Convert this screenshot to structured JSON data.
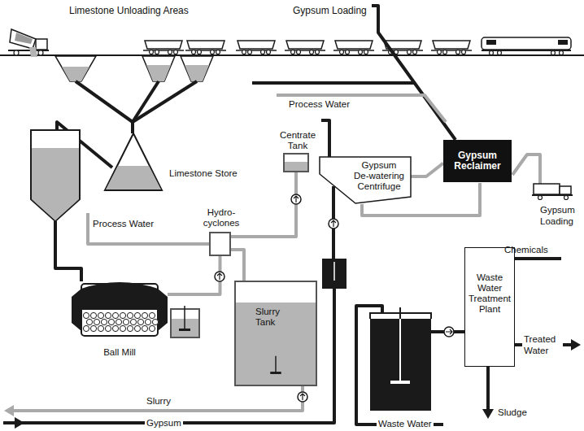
{
  "diagram": {
    "nodes": [
      {
        "text": [
          "Limestone Store"
        ]
      },
      {
        "text": [
          "Centrate Tank"
        ]
      },
      {
        "text": [
          "Gypsum De-watering Centrifuge"
        ]
      },
      {
        "text": [
          "Gypsum Reclaimer"
        ]
      },
      {
        "text": [
          "Hydro- cyclones"
        ]
      },
      {
        "text": [
          "Ball Mill"
        ]
      },
      {
        "text": [
          "Slurry Tank"
        ]
      },
      {
        "text": [
          "Waste Water Treatment Plant"
        ]
      }
    ],
    "edges": [
      {
        "from": 5,
        "to": 4,
        "arrow": "none"
      },
      {
        "from": 4,
        "to": 1,
        "arrow": "none"
      },
      {
        "from": 4,
        "to": 6,
        "arrow": "none"
      },
      {
        "from": 2,
        "to": 3,
        "arrow": "none"
      }
    ],
    "labels": [
      "Limestone Unloading Areas",
      "Gypsum Loading",
      "Process Water",
      "Gypsum Loading",
      "Process Water",
      "Chemicals",
      "Treated Water",
      "Sludge",
      "Slurry",
      "Gypsum",
      "Waste Water"
    ]
  }
}
